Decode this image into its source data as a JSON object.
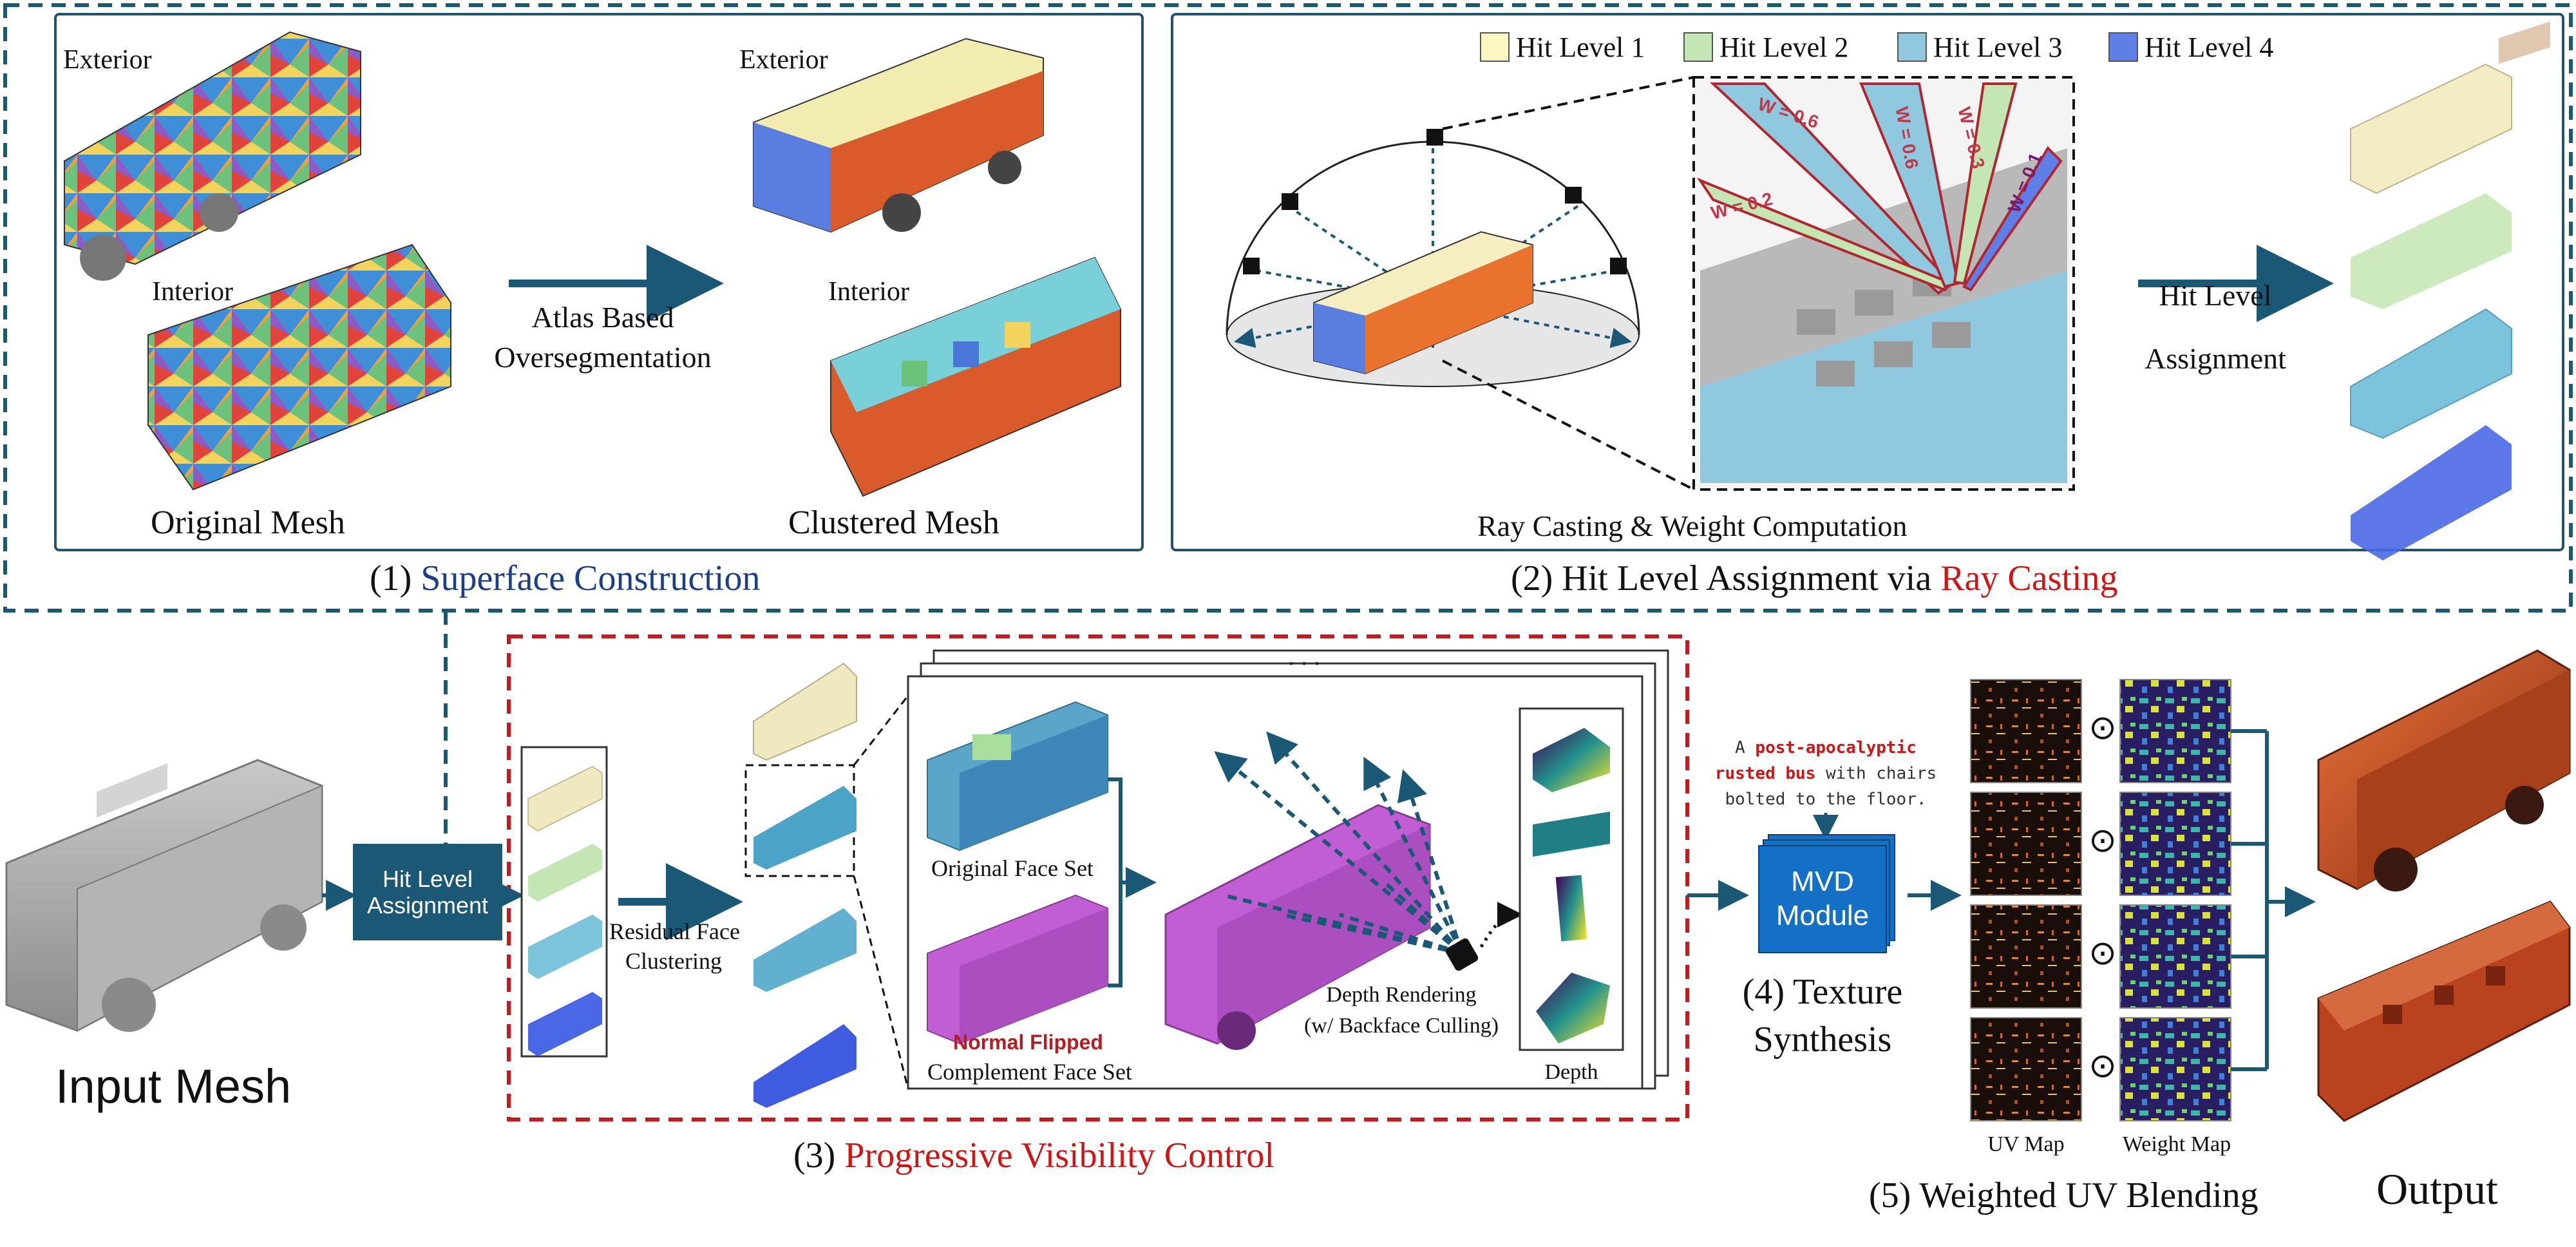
{
  "stage1": {
    "exterior_label": "Exterior",
    "interior_label": "Interior",
    "exterior_label_2": "Exterior",
    "interior_label_2": "Interior",
    "arrow_line1": "Atlas Based",
    "arrow_line2": "Oversegmentation",
    "original_mesh": "Original Mesh",
    "clustered_mesh": "Clustered Mesh",
    "caption_num": "(1)",
    "caption_text": "Superface Construction"
  },
  "stage2": {
    "legend": [
      {
        "label": "Hit Level 1",
        "color": "#fbf7c0"
      },
      {
        "label": "Hit Level 2",
        "color": "#c4e6b4"
      },
      {
        "label": "Hit Level 3",
        "color": "#8fc8df"
      },
      {
        "label": "Hit Level 4",
        "color": "#5e80e6"
      }
    ],
    "weights": [
      "W = 0.6",
      "W = 0.2",
      "W = 0.6",
      "W = 0.3",
      "W = 0.1"
    ],
    "arrow_line1": "Hit Level",
    "arrow_line2": "Assignment",
    "ray_caption": "Ray Casting & Weight Computation",
    "caption_num": "(2)",
    "caption_prefix": "Hit Level Assignment via",
    "caption_highlight": "Ray Casting"
  },
  "stage3": {
    "input_mesh": "Input Mesh",
    "hit_level_module_line1": "Hit Level",
    "hit_level_module_line2": "Assignment",
    "residual_line1": "Residual Face",
    "residual_line2": "Clustering",
    "original_face_set": "Original Face Set",
    "normal_flipped": "Normal Flipped",
    "complement_face_set": "Complement Face Set",
    "depth_rendering_line1": "Depth Rendering",
    "depth_rendering_line2": "(w/ Backface Culling)",
    "depth_label": "Depth",
    "caption_num": "(3)",
    "caption_text": "Progressive Visibility Control"
  },
  "stage4": {
    "prompt_line1_prefix": "A",
    "prompt_line1_highlight": "post-apocalyptic",
    "prompt_line2_highlight": "rusted bus",
    "prompt_line2_suffix": "with chairs",
    "prompt_line3": "bolted to the floor.",
    "module_line1": "MVD",
    "module_line2": "Module",
    "caption_line1": "(4) Texture",
    "caption_line2": "Synthesis"
  },
  "stage5": {
    "uv_map_label": "UV Map",
    "weight_map_label": "Weight Map",
    "operator": "⊙",
    "caption": "(5) Weighted UV Blending",
    "output": "Output"
  },
  "colors": {
    "dark_blue": "#1c3e8a",
    "red": "#d01515",
    "module_teal": "#1b5876",
    "mvd_blue": "#1470c4",
    "purple_mesh": "#c25ed4"
  }
}
